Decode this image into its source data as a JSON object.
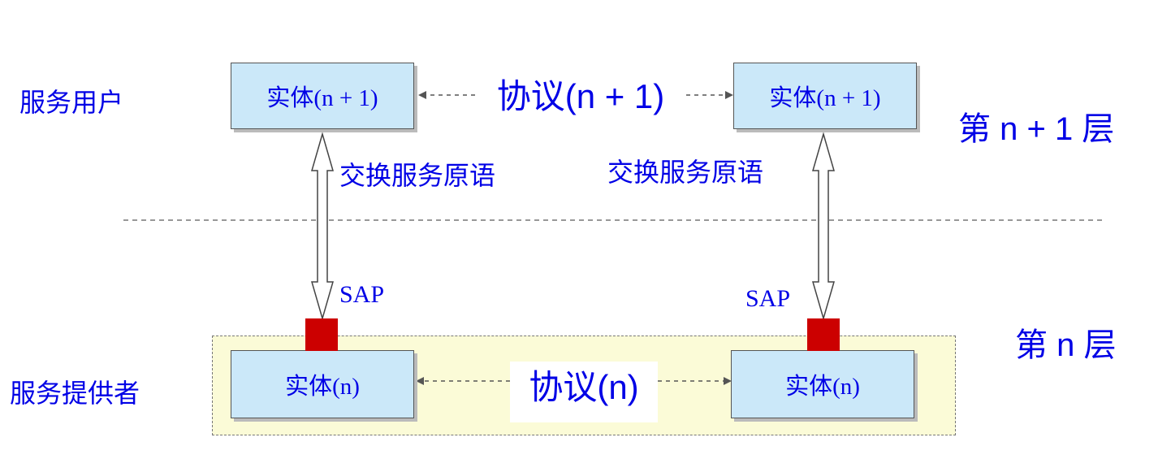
{
  "labels": {
    "service_user": "服务用户",
    "service_provider": "服务提供者",
    "layer_n_plus_1": "第 n + 1 层",
    "layer_n": "第 n 层"
  },
  "upper": {
    "entity_left": "实体(n + 1)",
    "entity_right": "实体(n + 1)",
    "protocol": "协议(n + 1)"
  },
  "lower": {
    "entity_left": "实体(n)",
    "entity_right": "实体(n)",
    "protocol": "协议(n)"
  },
  "primitives": {
    "left": "交换服务原语",
    "right": "交换服务原语"
  },
  "sap": {
    "left": "SAP",
    "right": "SAP"
  },
  "colors": {
    "text": "#0000e6",
    "entity_fill": "#cbe8f9",
    "provider_fill": "#fbfbd7",
    "sap_fill": "#cc0000"
  }
}
